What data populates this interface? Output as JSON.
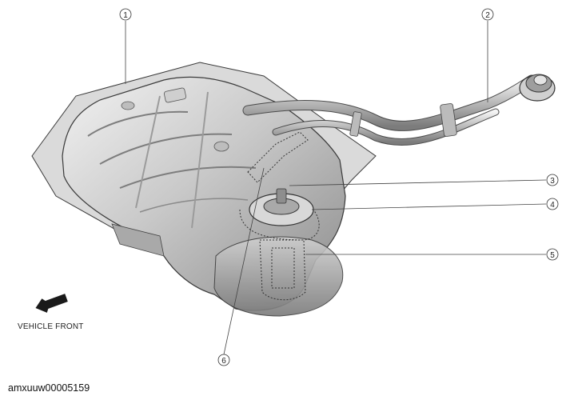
{
  "diagram": {
    "callouts": [
      "1",
      "2",
      "3",
      "4",
      "5",
      "6"
    ],
    "direction_label": "VEHICLE FRONT",
    "image_code": "amxuuw00005159",
    "colors": {
      "tank_light": "#e8e8e8",
      "tank_mid": "#c4c4c4",
      "tank_dark": "#8f8f8f",
      "outline": "#3a3a3a",
      "leader": "#444444"
    },
    "icons": {
      "direction_arrow": "arrow-icon"
    }
  }
}
